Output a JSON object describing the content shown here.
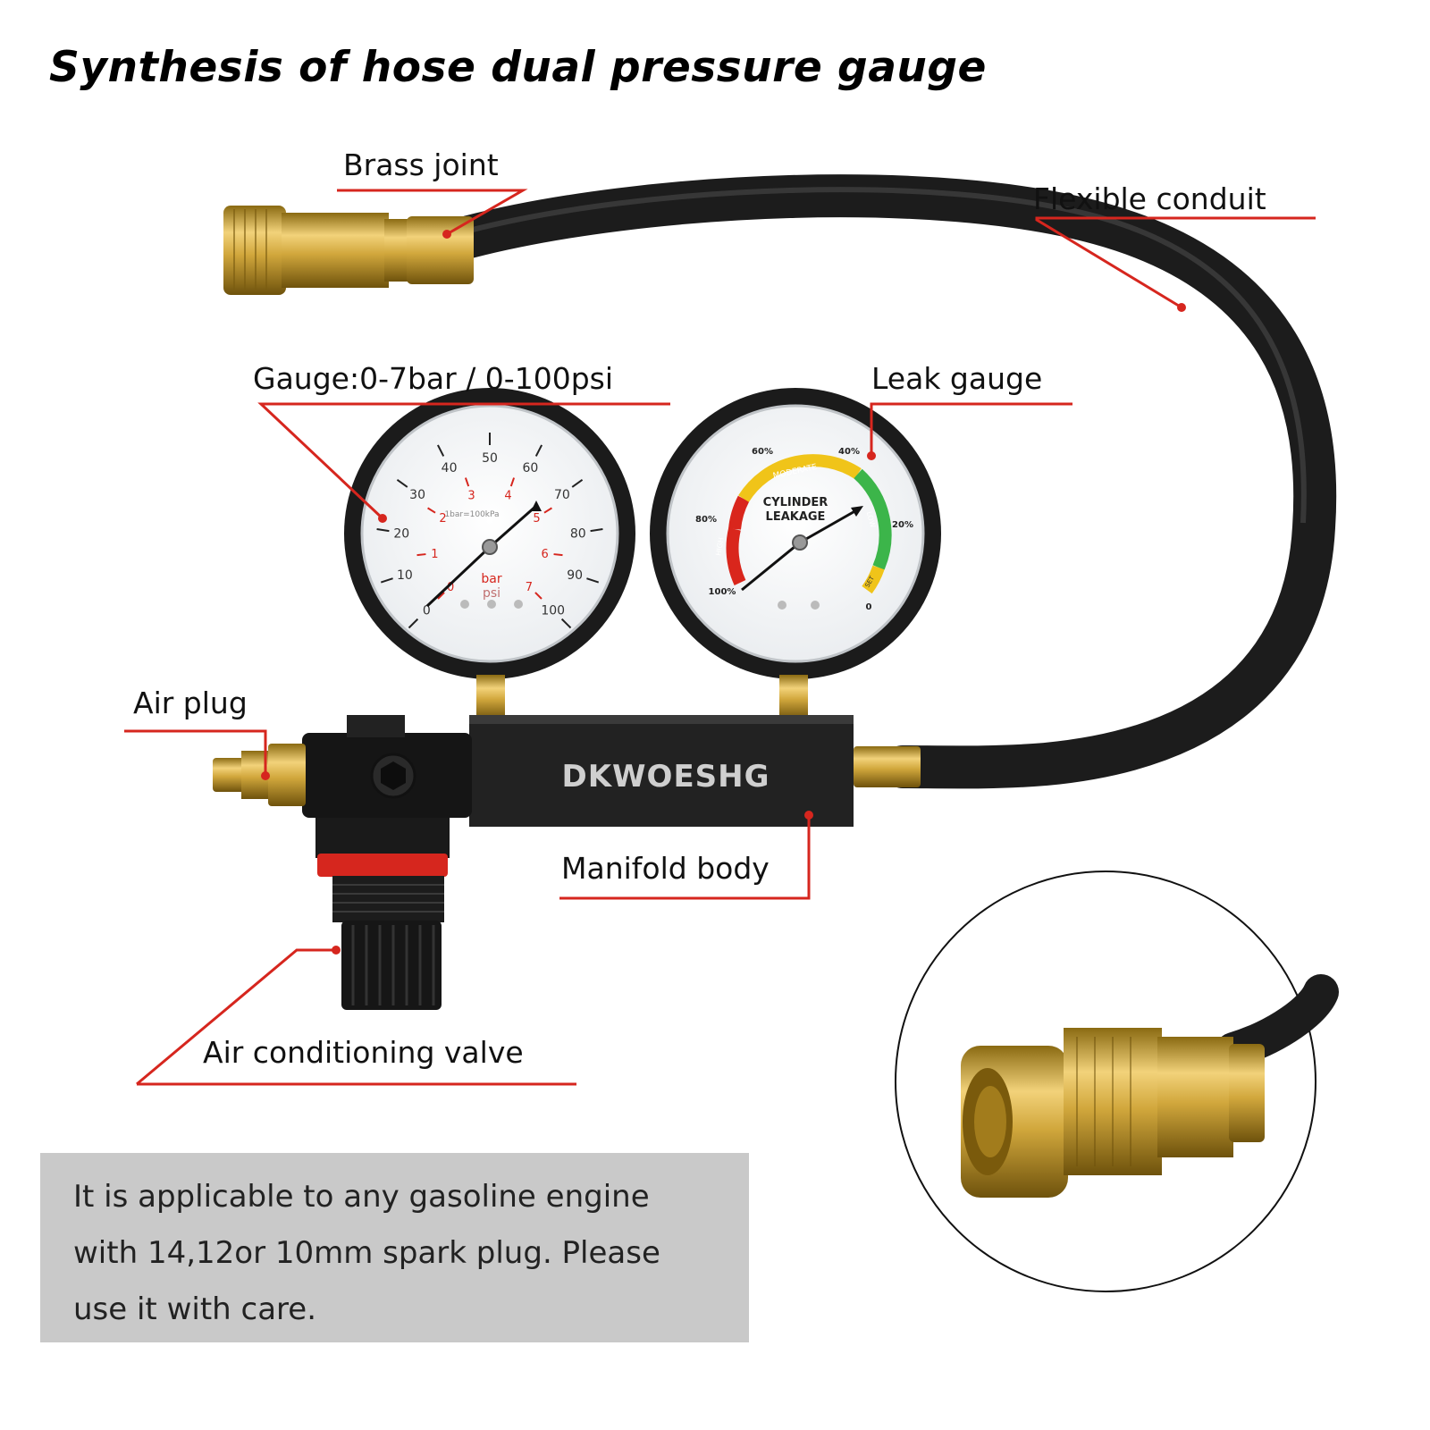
{
  "title": "Synthesis of hose dual pressure gauge",
  "labels": {
    "brass_joint": "Brass joint",
    "flexible_conduit": "Flexible conduit",
    "gauge_range": "Gauge:0-7bar /  0-100psi",
    "leak_gauge": "Leak gauge",
    "air_plug": "Air plug",
    "manifold_body": "Manifold body",
    "air_conditioning_valve": "Air conditioning valve"
  },
  "note": {
    "line1": "It is applicable to any gasoline engine",
    "line2": "with 14,12or 10mm spark plug. Please",
    "line3": "use it with care."
  },
  "brand": "DKWOESHG",
  "pressure_gauge": {
    "psi_ticks": [
      "0",
      "10",
      "20",
      "30",
      "40",
      "50",
      "60",
      "70",
      "80",
      "90",
      "100"
    ],
    "bar_ticks": [
      "0",
      "1",
      "2",
      "3",
      "4",
      "5",
      "6",
      "7"
    ],
    "unit_bar": "bar",
    "unit_psi": "psi",
    "conversion": "1bar=100kPa"
  },
  "leak_gauge_face": {
    "title_line1": "CYLINDER",
    "title_line2": "LEAKAGE",
    "ticks": [
      "100%",
      "80%",
      "60%",
      "40%",
      "20%",
      "0"
    ],
    "zones": [
      "HIGH",
      "MODERATE",
      "LOW",
      "SET"
    ]
  },
  "colors": {
    "leader_line": "#d6261e",
    "brass": "#c9a23a",
    "hose": "#1c1c1c",
    "note_bg": "#c9c9c9",
    "zone_high": "#d9261c",
    "zone_moderate": "#f0c419",
    "zone_low": "#3cb54a",
    "zone_set": "#f0c419"
  }
}
